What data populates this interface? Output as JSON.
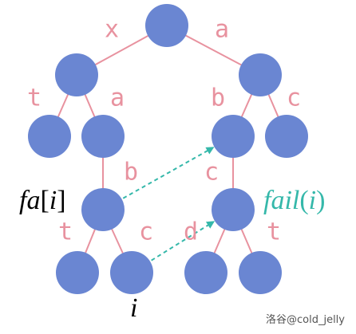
{
  "colors": {
    "node": "#6a86d2",
    "edge": "#e8929f",
    "edge_label": "#e8929f",
    "fail_arrow": "#35b8aa",
    "fa_label": "#000000",
    "fail_label": "#35b8aa"
  },
  "tree": {
    "nodes": [
      {
        "id": "root"
      },
      {
        "id": "x"
      },
      {
        "id": "a"
      },
      {
        "id": "xt"
      },
      {
        "id": "xa"
      },
      {
        "id": "ab"
      },
      {
        "id": "ac"
      },
      {
        "id": "xab"
      },
      {
        "id": "abc"
      },
      {
        "id": "xabt"
      },
      {
        "id": "xabc"
      },
      {
        "id": "abcd"
      },
      {
        "id": "abct"
      }
    ],
    "edges": [
      {
        "from": "root",
        "to": "x",
        "label": "x"
      },
      {
        "from": "root",
        "to": "a",
        "label": "a"
      },
      {
        "from": "x",
        "to": "xt",
        "label": "t"
      },
      {
        "from": "x",
        "to": "xa",
        "label": "a"
      },
      {
        "from": "a",
        "to": "ab",
        "label": "b"
      },
      {
        "from": "a",
        "to": "ac",
        "label": "c"
      },
      {
        "from": "xa",
        "to": "xab",
        "label": "b"
      },
      {
        "from": "ab",
        "to": "abc",
        "label": "c"
      },
      {
        "from": "xab",
        "to": "xabt",
        "label": "t"
      },
      {
        "from": "xab",
        "to": "xabc",
        "label": "c"
      },
      {
        "from": "abc",
        "to": "abcd",
        "label": "d"
      },
      {
        "from": "abc",
        "to": "abct",
        "label": "t"
      }
    ],
    "fail_links": [
      {
        "from": "xab",
        "to": "ab"
      },
      {
        "from": "xabc",
        "to": "abc"
      }
    ]
  },
  "labels": {
    "fa": "fa[i]",
    "fail": "fail(i)",
    "i": "i"
  },
  "watermark": "洛谷@cold_jelly"
}
